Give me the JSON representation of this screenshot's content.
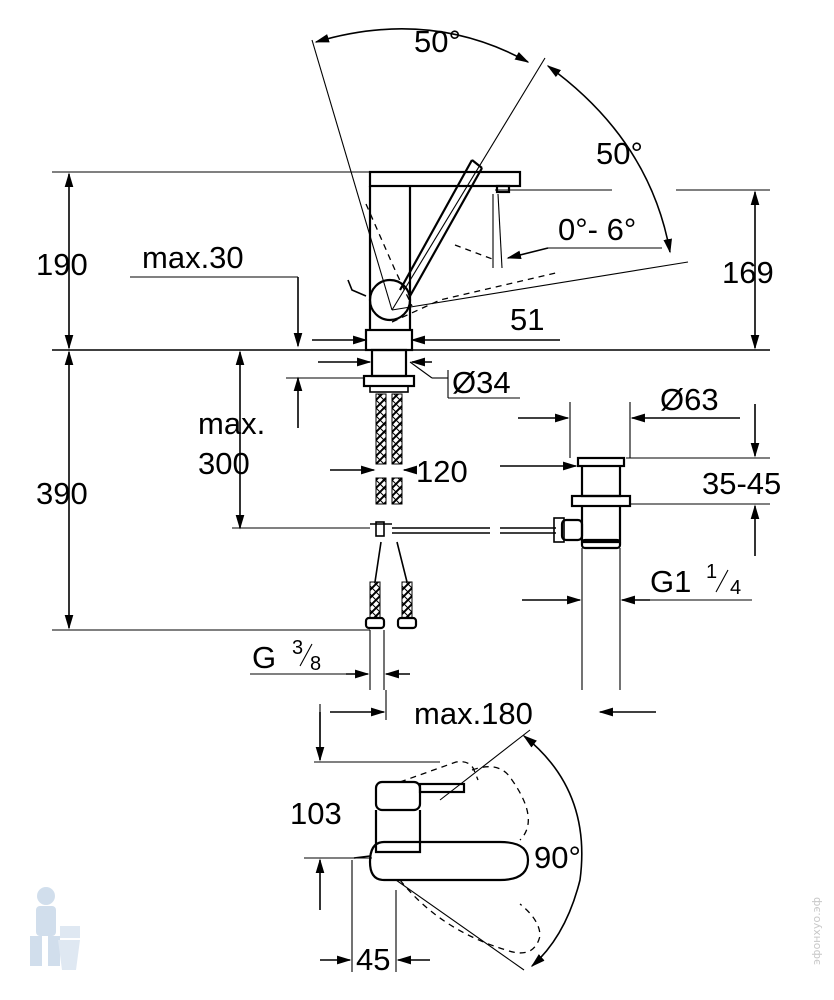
{
  "drawing": {
    "side_view": {
      "angle_lever_left": "50°",
      "angle_lever_right": "50°",
      "spout_tilt": "0°- 6°",
      "height_total": "190",
      "height_spout": "169",
      "lever_offset": "max.30",
      "reach": "51",
      "shank_diameter": "Ø34",
      "max_depth": [
        "max.",
        "300"
      ],
      "hose_length": "120",
      "installation_height": "390",
      "waste_diameter": "Ø63",
      "waste_range": "35-45",
      "waste_thread_main": "G1",
      "waste_thread_num": "1",
      "waste_thread_den": "4",
      "supply_thread_main": "G",
      "supply_thread_num": "3",
      "supply_thread_den": "8"
    },
    "top_view": {
      "max_reach": "max.180",
      "height": "103",
      "rotation_angle": "90°",
      "offset": "45"
    }
  },
  "watermark": {
    "text": "эфонхуо.эф"
  }
}
